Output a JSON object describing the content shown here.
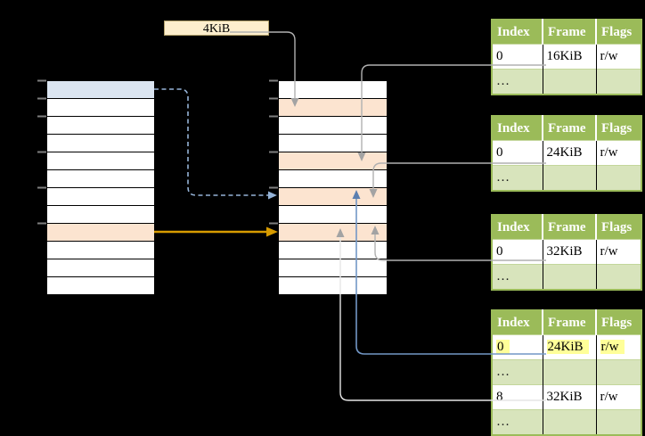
{
  "size_label": "4KiB",
  "table_headers": [
    "Index",
    "Frame",
    "Flags"
  ],
  "tables": [
    {
      "id": "page-table-1",
      "rows": [
        {
          "cells": [
            "0",
            "16KiB",
            "r/w"
          ],
          "variant": "white"
        },
        {
          "cells": [
            "…",
            "",
            ""
          ],
          "variant": "green"
        }
      ]
    },
    {
      "id": "page-table-2",
      "rows": [
        {
          "cells": [
            "0",
            "24KiB",
            "r/w"
          ],
          "variant": "white"
        },
        {
          "cells": [
            "…",
            "",
            ""
          ],
          "variant": "green"
        }
      ]
    },
    {
      "id": "page-table-3",
      "rows": [
        {
          "cells": [
            "0",
            "32KiB",
            "r/w"
          ],
          "variant": "white"
        },
        {
          "cells": [
            "…",
            "",
            ""
          ],
          "variant": "green"
        }
      ]
    },
    {
      "id": "page-table-4",
      "rows": [
        {
          "cells": [
            "0",
            "24KiB",
            "r/w"
          ],
          "variant": "white",
          "highlighted": true
        },
        {
          "cells": [
            "…",
            "",
            ""
          ],
          "variant": "green"
        },
        {
          "cells": [
            "8",
            "32KiB",
            "r/w"
          ],
          "variant": "white"
        },
        {
          "cells": [
            "…",
            "",
            ""
          ],
          "variant": "green"
        }
      ]
    }
  ],
  "virtual_column": {
    "row_count": 12,
    "blue_row_index": 0,
    "orange_row_index": 8
  },
  "physical_column": {
    "row_count": 12,
    "orange_row_indexes": [
      1,
      4,
      6,
      8
    ]
  },
  "connections": [
    {
      "from": "size-label-4kib",
      "to": "physical-row-2",
      "style": "solid",
      "color_key": "arrow_gray"
    },
    {
      "from": "page-table-1-row-0",
      "to": "physical-row-5",
      "style": "solid",
      "color_key": "arrow_gray"
    },
    {
      "from": "page-table-2-row-0",
      "to": "physical-row-7",
      "style": "solid",
      "color_key": "arrow_gray"
    },
    {
      "from": "page-table-3-row-0",
      "to": "physical-row-9",
      "style": "solid",
      "color_key": "arrow_gray"
    },
    {
      "from": "page-table-4-row-2",
      "to": "physical-row-9",
      "style": "solid",
      "color_key": "arrow_white"
    },
    {
      "from": "page-table-4-row-0",
      "to": "physical-row-7",
      "style": "solid",
      "color_key": "arrow_blue"
    },
    {
      "from": "virtual-row-1",
      "to": "physical-row-7",
      "style": "dashed",
      "color_key": "arrow_blue_dashed"
    },
    {
      "from": "virtual-row-9",
      "to": "physical-row-9",
      "style": "solid",
      "color_key": "arrow_orange"
    }
  ],
  "colors": {
    "cell_white": "#ffffff",
    "cell_blue": "#dbe5f1",
    "cell_orange": "#fce4d0",
    "label_cream": "#fdeecd",
    "label_border": "#b3a26c",
    "table_header_green": "#9bbb59",
    "table_row_green": "#d8e4bc",
    "table_inner_green": "#c3d69b",
    "yellow_hl": "#ffff99",
    "arrow_gray": "#b0b0b0",
    "arrow_gray_head": "#a3a3a3",
    "arrow_white": "#e6e6e6",
    "arrow_blue": "#7297c6",
    "arrow_blue_head": "#5b7fb0",
    "arrow_blue_dashed": "#95b3d7",
    "arrow_orange": "#d79b00",
    "tick_gray": "#7f7f7f"
  }
}
